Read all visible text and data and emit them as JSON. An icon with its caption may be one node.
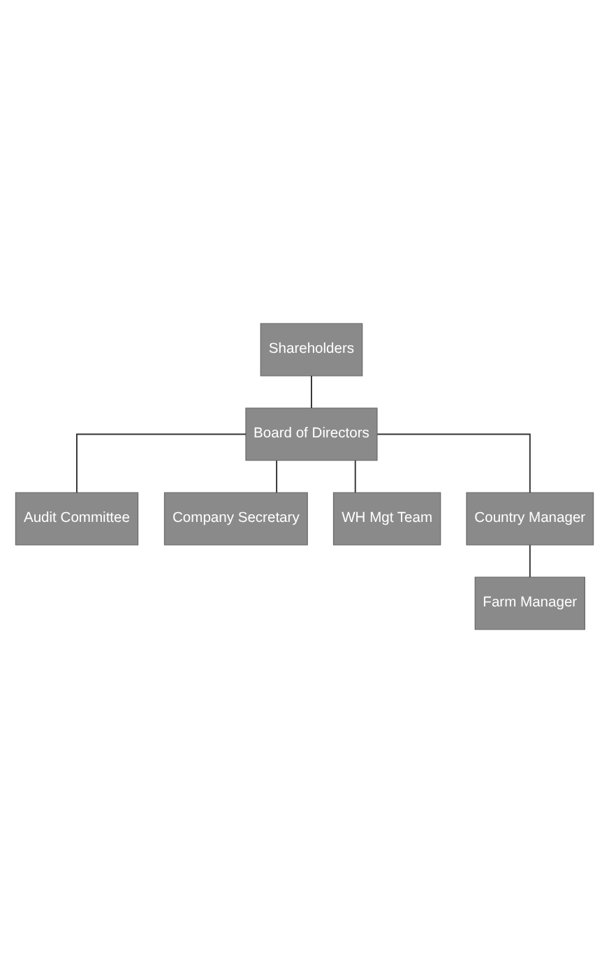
{
  "diagram": {
    "nodes": [
      {
        "text": [
          "Shareholders"
        ]
      },
      {
        "text": [
          "Board of Directors"
        ]
      },
      {
        "text": [
          "Audit Committee"
        ]
      },
      {
        "text": [
          "Company Secretary"
        ]
      },
      {
        "text": [
          "WH Mgt Team"
        ]
      },
      {
        "text": [
          "Country Manager"
        ]
      },
      {
        "text": [
          "Farm Manager"
        ]
      }
    ],
    "edges": [
      {
        "from": 0,
        "to": 1,
        "arrow": "none"
      },
      {
        "from": 1,
        "to": 2,
        "arrow": "none"
      },
      {
        "from": 1,
        "to": 3,
        "arrow": "none"
      },
      {
        "from": 1,
        "to": 4,
        "arrow": "none"
      },
      {
        "from": 1,
        "to": 5,
        "arrow": "none"
      },
      {
        "from": 5,
        "to": 6,
        "arrow": "none"
      }
    ]
  }
}
